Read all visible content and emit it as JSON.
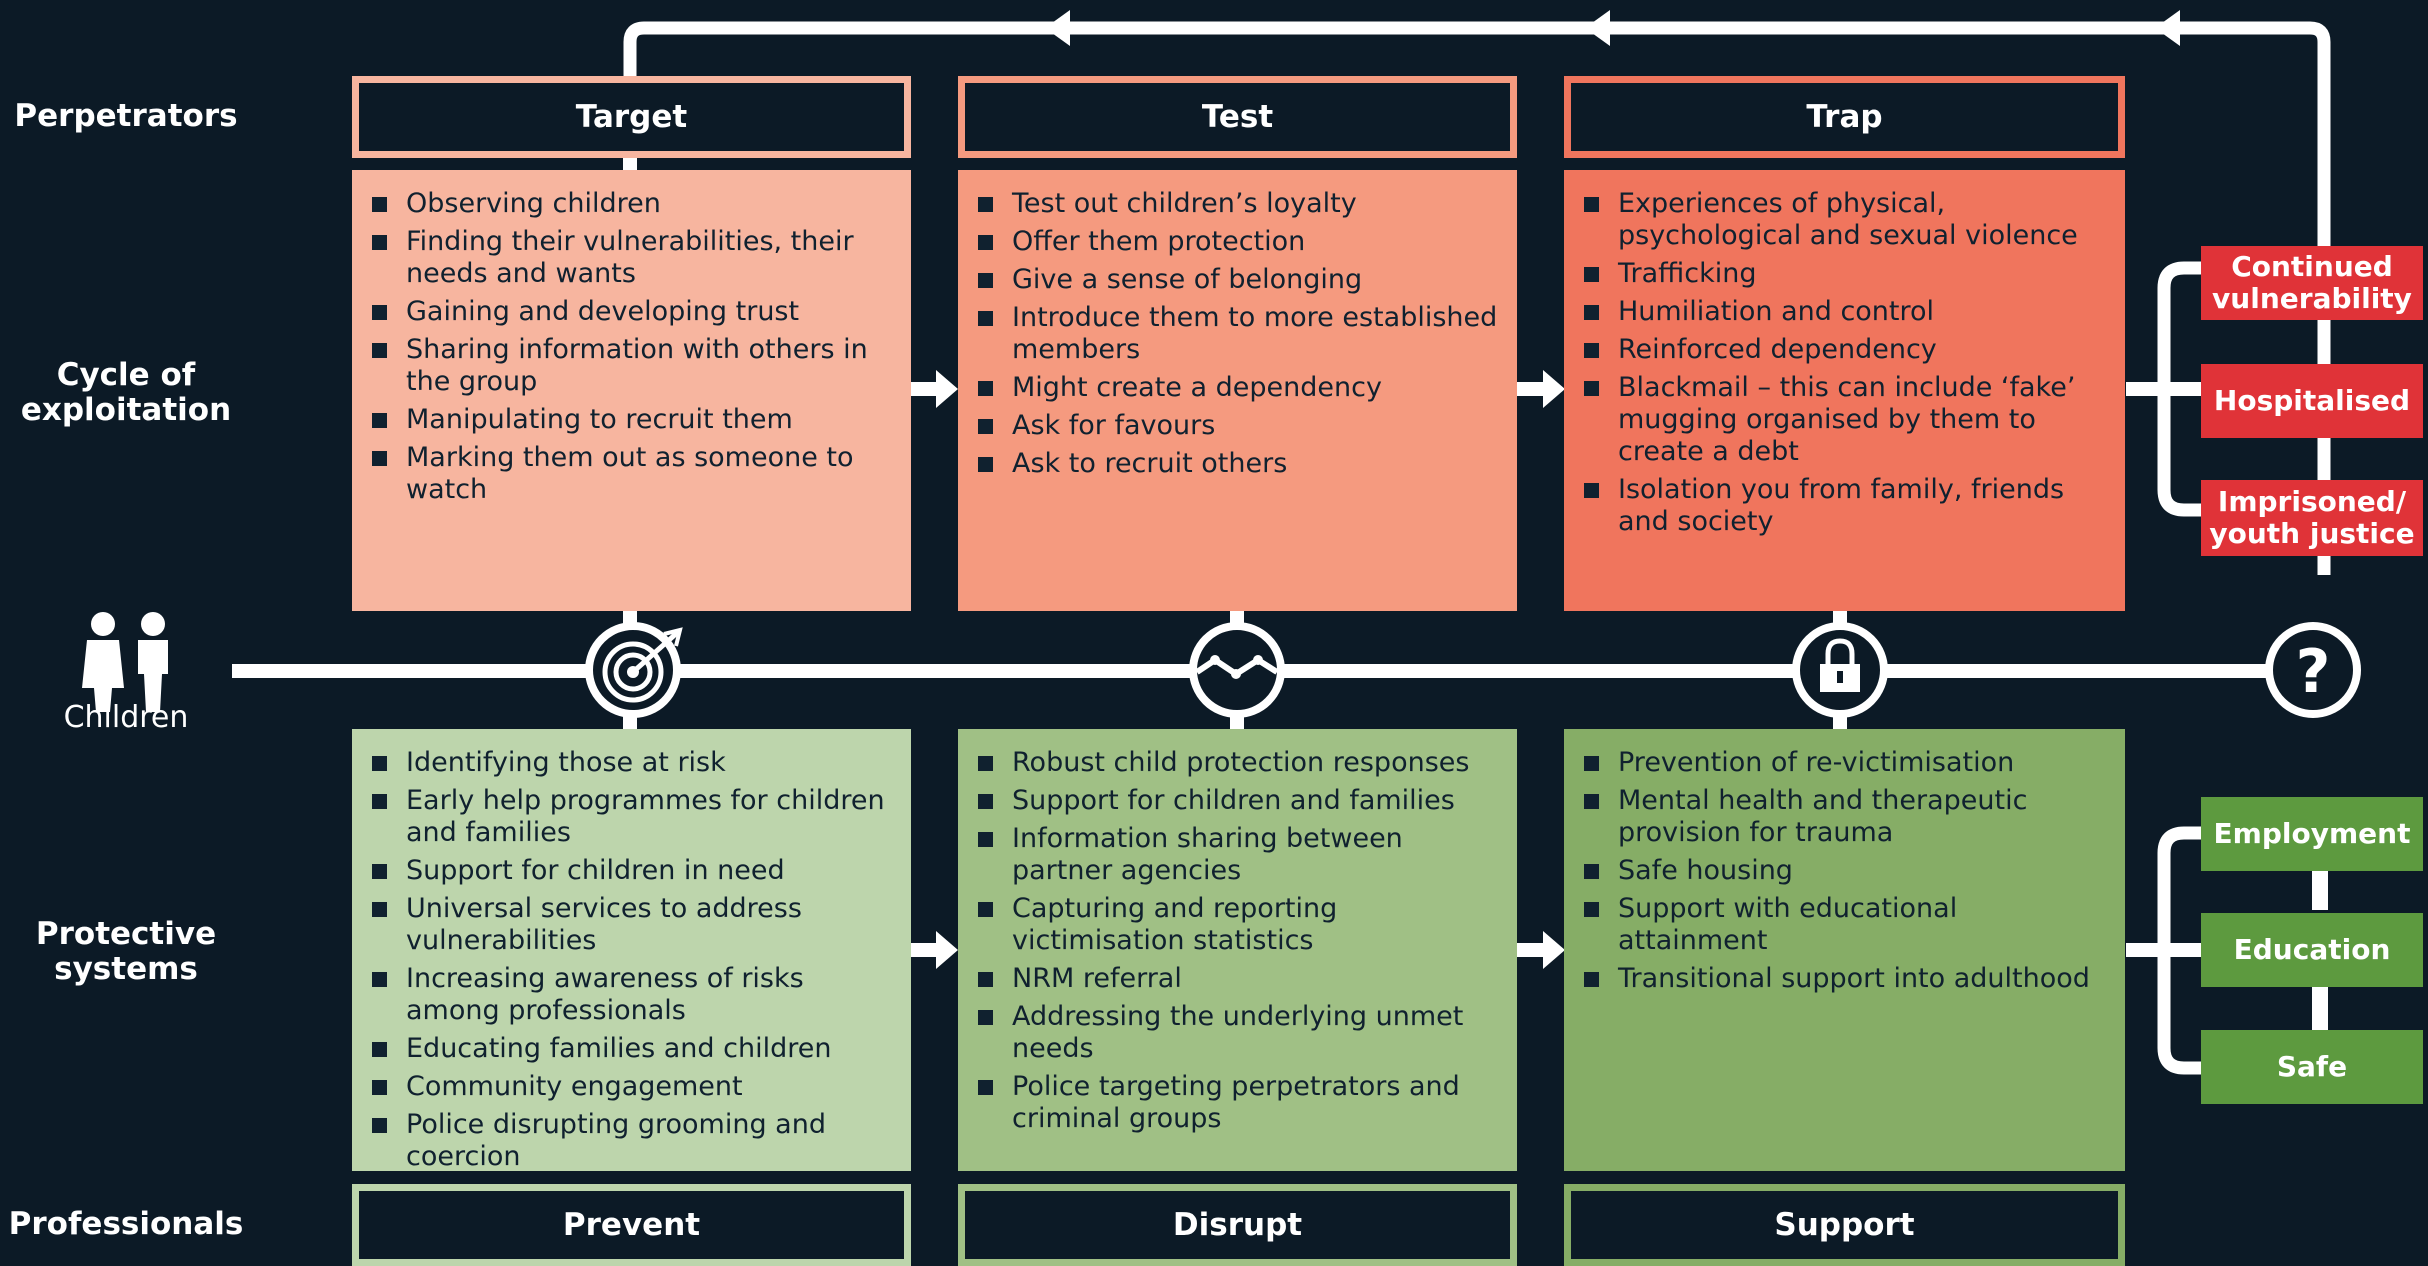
{
  "colors": {
    "background": "#0c1a26",
    "target": "#f7b59f",
    "test": "#f59a7f",
    "trap": "#f0755d",
    "prevent": "#bdd5ac",
    "disrupt": "#a0c085",
    "support": "#86ad66",
    "negative_outcome": "#e03338",
    "positive_outcome": "#5d9a3f",
    "line": "#ffffff"
  },
  "row_labels": {
    "perpetrators": "Perpetrators",
    "cycle": "Cycle of\nexploitation",
    "children": "Children",
    "protective": "Protective\nsystems",
    "professionals": "Professionals"
  },
  "stages": [
    {
      "header": "Target",
      "icon": "target-icon",
      "items": [
        "Observing children",
        "Finding their vulnerabilities, their needs and wants",
        "Gaining and developing trust",
        "Sharing information with others in the group",
        "Manipulating to recruit them",
        "Marking them out as someone to watch"
      ]
    },
    {
      "header": "Test",
      "icon": "wave-icon",
      "items": [
        "Test out children’s loyalty",
        "Offer them protection",
        "Give a sense of belonging",
        "Introduce them to more established members",
        "Might create a dependency",
        "Ask for favours",
        "Ask to recruit others"
      ]
    },
    {
      "header": "Trap",
      "icon": "lock-icon",
      "items": [
        "Experiences of physical, psychological and sexual violence",
        "Trafficking",
        "Humiliation and control",
        "Reinforced dependency",
        "Blackmail – this can include ‘fake’ mugging organised by them to create a debt",
        "Isolation you from family, friends and society"
      ]
    }
  ],
  "end_icon": "question-mark-icon",
  "responses": [
    {
      "footer": "Prevent",
      "items": [
        "Identifying those at risk",
        "Early help programmes for children and families",
        "Support for children in need",
        "Universal services to address vulnerabilities",
        "Increasing awareness of risks among professionals",
        "Educating families and children",
        "Community engagement",
        "Police disrupting grooming and coercion"
      ]
    },
    {
      "footer": "Disrupt",
      "items": [
        "Robust child protection responses",
        "Support for children and families",
        "Information sharing between partner agencies",
        "Capturing and reporting victimisation statistics",
        "NRM referral",
        "Addressing the underlying unmet needs",
        "Police targeting perpetrators and criminal groups"
      ]
    },
    {
      "footer": "Support",
      "items": [
        "Prevention of re-victimisation",
        "Mental health and therapeutic provision for trauma",
        "Safe housing",
        "Support with educational attainment",
        "Transitional support into adulthood"
      ]
    }
  ],
  "negative_outcomes": [
    "Continued vulnerability",
    "Hospitalised",
    "Imprisoned/ youth justice"
  ],
  "positive_outcomes": [
    "Employment",
    "Education",
    "Safe"
  ]
}
